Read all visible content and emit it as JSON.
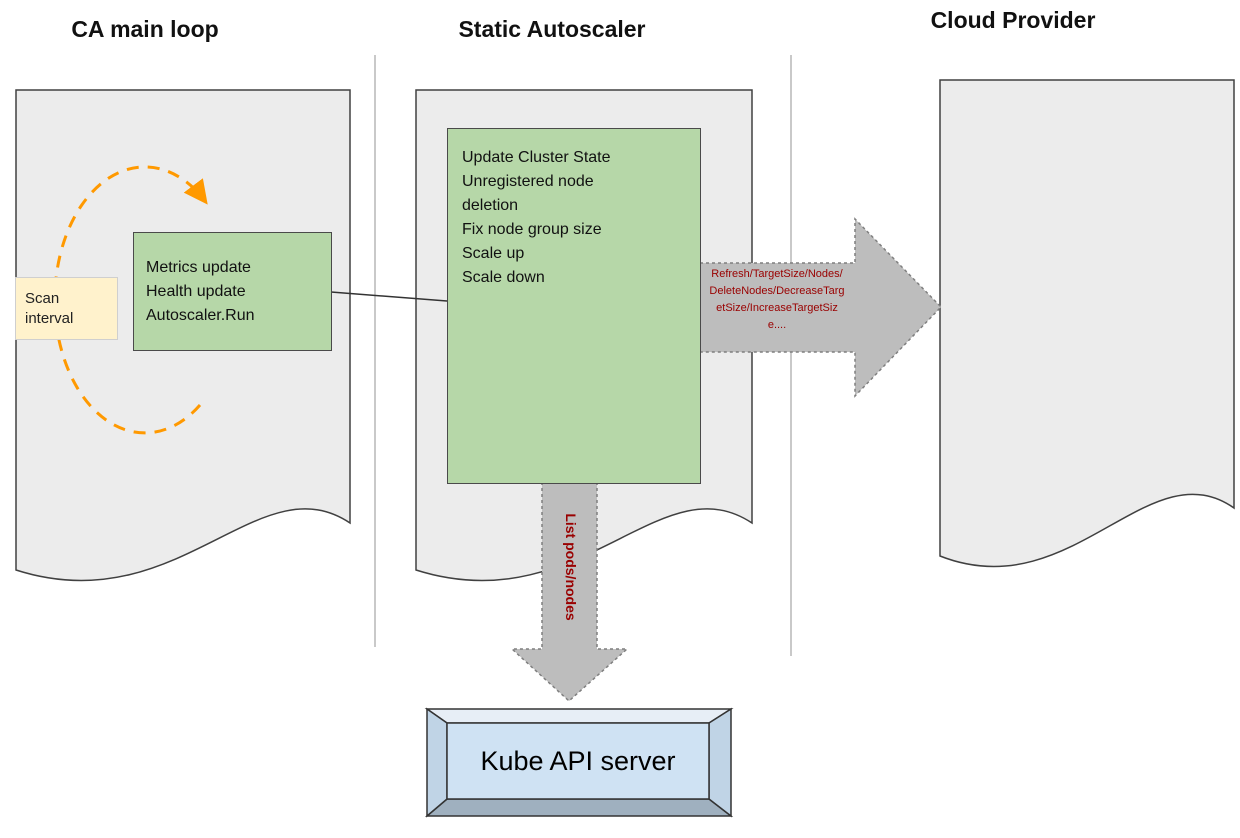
{
  "titles": {
    "ca_main_loop": "CA main loop",
    "static_autoscaler": "Static Autoscaler",
    "cloud_provider": "Cloud Provider"
  },
  "ca_loop": {
    "scan_interval": "Scan interval",
    "actions": "Metrics update\nHealth update\nAutoscaler.Run"
  },
  "static_autoscaler": {
    "steps": "Update Cluster State\nUnregistered node\ndeletion\nFix node group size\nScale up\nScale down"
  },
  "arrows": {
    "to_cloud_provider": "Refresh/TargetSize/Nodes/DeleteNodes/DecreaseTargetSize/IncreaseTargetSize....",
    "to_kube_api": "List pods/nodes"
  },
  "kube_api_server": {
    "label": "Kube API server"
  },
  "colors": {
    "paper_fill": "#ececec",
    "green_box_fill": "#b6d7a8",
    "yellow_box_fill": "#fff2cc",
    "loop_arrow_orange": "#ff9900",
    "gray_arrow_fill": "#bdbdbd",
    "arrow_label_red": "#990000",
    "kube_box_fill": "#cfe2f3"
  }
}
